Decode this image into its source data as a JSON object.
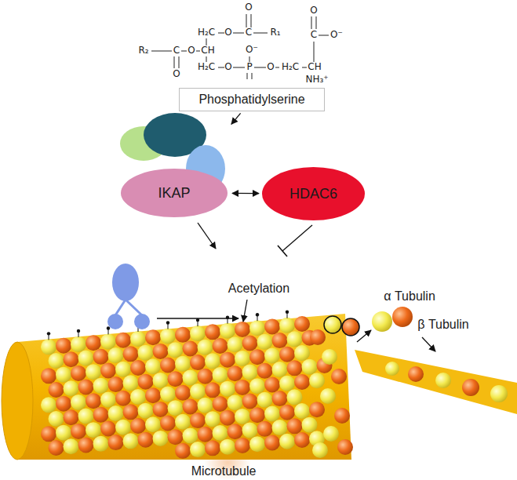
{
  "diagram": {
    "nodes": [
      {
        "text": [
          "Phosphatidylserine"
        ]
      },
      {
        "text": [
          "IKAP"
        ]
      },
      {
        "text": [
          "HDAC6"
        ]
      }
    ],
    "edges": [
      {
        "from": 0,
        "to": 1,
        "arrow": "to"
      },
      {
        "from": 1,
        "to": 2,
        "arrow": "both"
      }
    ],
    "labels": [
      "O",
      "C",
      "H₂C",
      "O",
      "R₁",
      "R₂",
      "C",
      "O",
      "O",
      "CH",
      "H₂C",
      "O",
      "P",
      "O⁻",
      "O",
      "H₂C",
      "CH",
      "NH₃⁺",
      "C",
      "O",
      "O⁻",
      "Acetylation",
      "α Tubulin",
      "β Tubulin",
      "Microtubule"
    ]
  }
}
